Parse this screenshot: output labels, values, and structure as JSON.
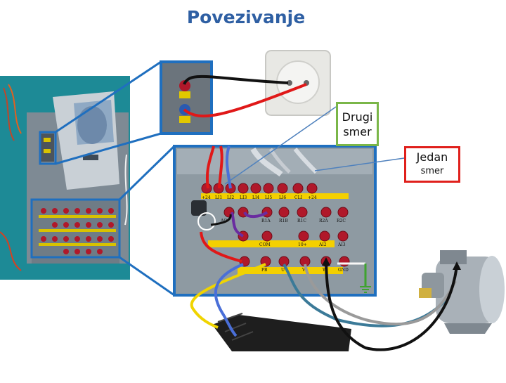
{
  "title": "Povezivanje",
  "labels": {
    "drugi_line1": "Drugi",
    "drugi_line2": "smer",
    "jedan_line1": "Jedan",
    "jedan_line2": "smer"
  },
  "panel": {
    "top_row": [
      "+24",
      "LI1",
      "LI2",
      "LI3",
      "LI4",
      "LI5",
      "LI6",
      "CLI",
      "+24"
    ],
    "mid_row": [
      "AO",
      "R1A",
      "R1B",
      "R1C",
      "R2A",
      "R2C"
    ],
    "bottom_row": [
      "COM",
      "10+",
      "AI2",
      "AI3"
    ],
    "motor_row": [
      "PB",
      "U",
      "V",
      "W",
      "GND"
    ]
  },
  "colors": {
    "title": "#2e5fa3",
    "zoom_border": "#1f6fbf",
    "drugi_border": "#7ab648",
    "jedan_border": "#e0201c",
    "panel": "#8e9aa2",
    "terminal": "#b0182a",
    "yellow_strip": "#f4d000",
    "wire_red": "#e01818",
    "wire_black": "#111111",
    "wire_blue": "#4a6fd8",
    "wire_purple": "#6a2ca0"
  }
}
